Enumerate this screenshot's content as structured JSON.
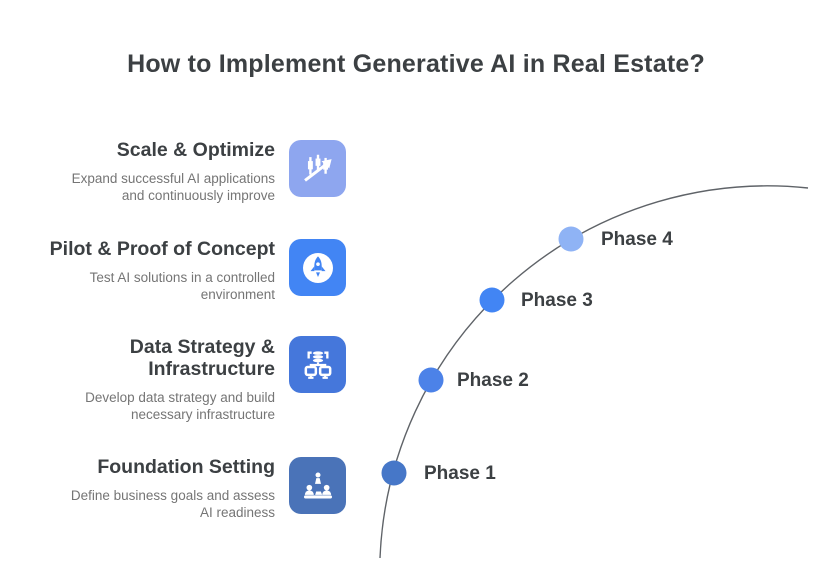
{
  "title": "How to Implement Generative AI in Real Estate?",
  "steps": [
    {
      "heading": "Scale & Optimize",
      "description": "Expand successful AI applications\nand continuously improve",
      "icon": "growth-chart-icon",
      "icon_bg": "#8EA6EF"
    },
    {
      "heading": "Pilot & Proof of Concept",
      "description": "Test AI solutions in a controlled\nenvironment",
      "icon": "rocket-icon",
      "icon_bg": "#4285F4"
    },
    {
      "heading": "Data Strategy &\nInfrastructure",
      "description": "Develop data strategy and build\nnecessary infrastructure",
      "icon": "database-network-icon",
      "icon_bg": "#4577DB"
    },
    {
      "heading": "Foundation Setting",
      "description": "Define business goals and assess\nAI readiness",
      "icon": "strategy-meeting-icon",
      "icon_bg": "#4A73B8"
    }
  ],
  "timeline": {
    "phases": [
      {
        "label": "Phase 1",
        "dot_color": "#4677C8"
      },
      {
        "label": "Phase 2",
        "dot_color": "#4C82E8"
      },
      {
        "label": "Phase 3",
        "dot_color": "#4285F4"
      },
      {
        "label": "Phase 4",
        "dot_color": "#8FB3F5"
      }
    ],
    "curve_color": "#5F6368"
  },
  "colors": {
    "background": "#FFFFFF",
    "title_text": "#3C4043",
    "heading_text": "#3C4043",
    "description_text": "#757575",
    "phase_label_text": "#3C4043"
  }
}
